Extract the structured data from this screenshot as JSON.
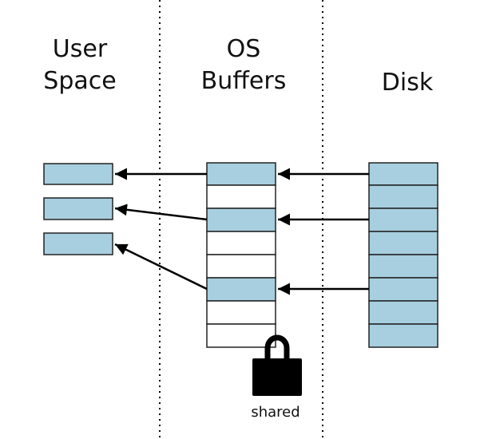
{
  "columns": {
    "user_space": "User\nSpace",
    "os_buffers": "OS\nBuffers",
    "disk": "Disk"
  },
  "lock": {
    "label": "shared"
  },
  "colors": {
    "block_fill": "#a7cfdf",
    "block_stroke": "#222222",
    "empty_fill": "#ffffff",
    "arrow": "#000000"
  },
  "icons": {
    "lock": "padlock-icon"
  }
}
